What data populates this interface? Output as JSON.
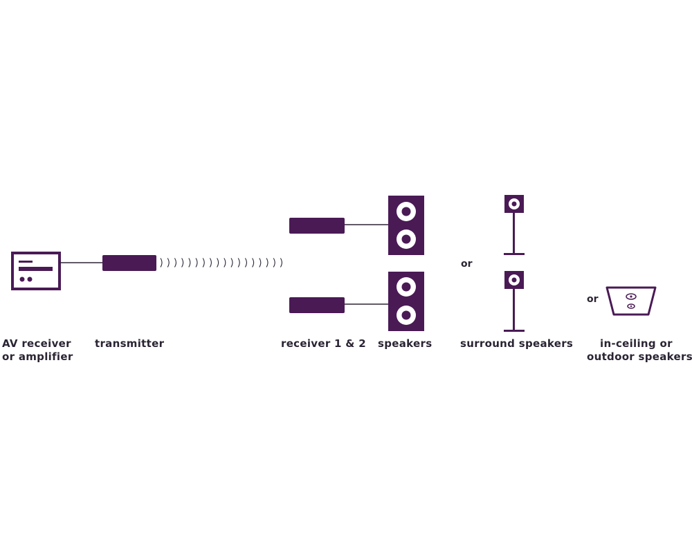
{
  "colors": {
    "primary": "#4a1a55",
    "wire": "#2b2433",
    "text": "#2b2433",
    "background": "#ffffff"
  },
  "labels": {
    "av_receiver_line1": "AV receiver",
    "av_receiver_line2": "or amplifier",
    "transmitter": "transmitter",
    "receivers": "receiver 1 & 2",
    "speakers": "speakers",
    "surround_speakers": "surround speakers",
    "in_ceiling_line1": "in-ceiling or",
    "in_ceiling_line2": "outdoor speakers",
    "or_surround": "or",
    "or_ceiling": "or"
  },
  "icons": [
    "av-receiver-icon",
    "transmitter-icon",
    "wireless-signal-icon",
    "receiver-1-icon",
    "receiver-2-icon",
    "floor-speaker-icon",
    "surround-speaker-icon",
    "ceiling-speaker-icon"
  ]
}
